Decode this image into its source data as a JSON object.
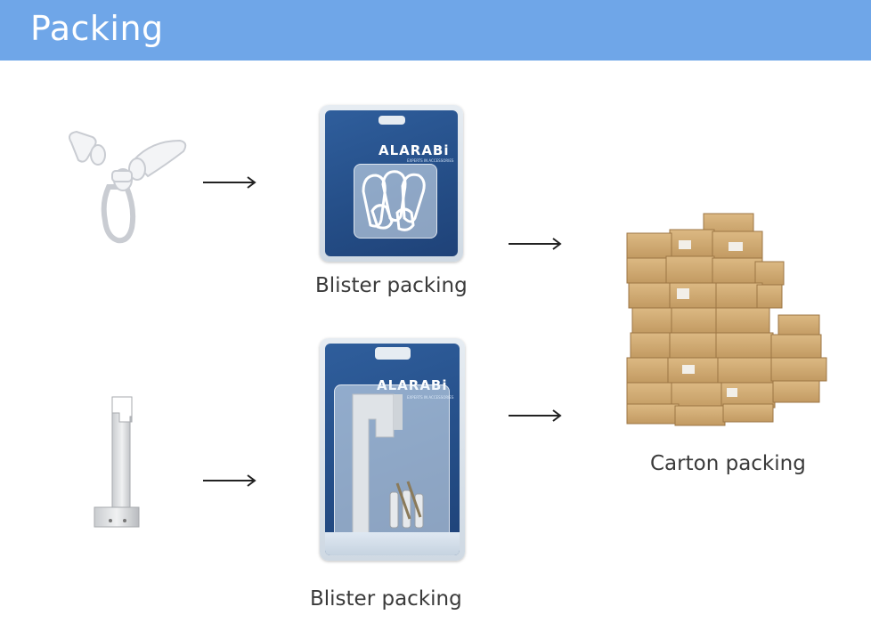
{
  "header": {
    "title": "Packing"
  },
  "items": {
    "hooks": {
      "icon": "curtain-hook-icon"
    },
    "bracket": {
      "icon": "curtain-bracket-icon"
    },
    "blister_top": {
      "brand": "ALARABi",
      "tagline": "EXPERTS IN ACCESSORIES",
      "caption": "Blister packing"
    },
    "blister_bottom": {
      "brand": "ALARABi",
      "tagline": "EXPERTS IN ACCESSORIES",
      "caption": "Blister packing"
    },
    "cartons": {
      "icon": "carton-stack-icon",
      "caption": "Carton packing"
    }
  },
  "colors": {
    "header": "#6fa6e8",
    "card_blue": "#2f5e9c",
    "carton": "#d2ad74"
  }
}
